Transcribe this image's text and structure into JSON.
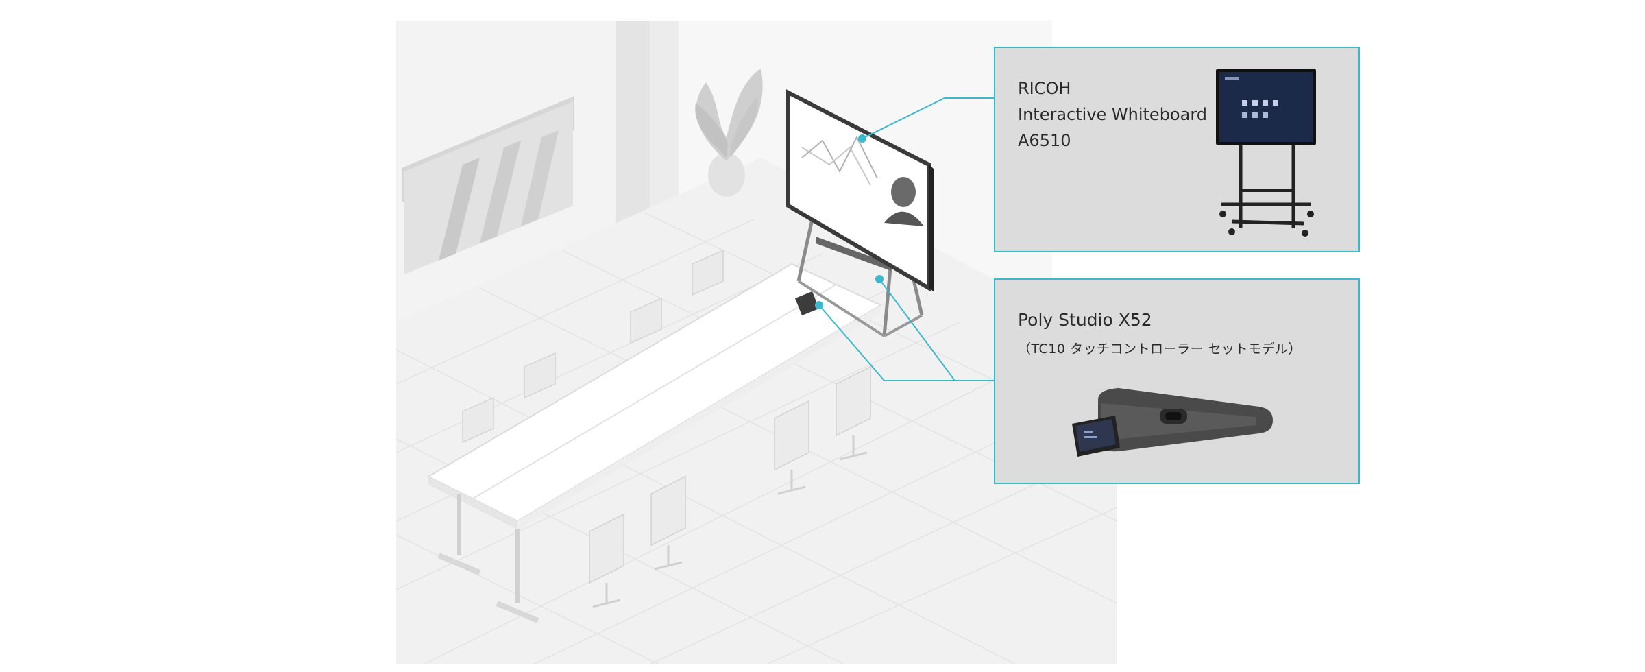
{
  "callouts": {
    "whiteboard": {
      "brand": "RICOH",
      "product": "Interactive Whiteboard",
      "model": "A6510"
    },
    "poly": {
      "title": "Poly Studio X52",
      "subtitle": "（TC10 タッチコントローラー セットモデル）"
    }
  },
  "colors": {
    "accent_line": "#3bb8cc",
    "callout_bg": "#dcdcdc",
    "floor": "#f2f2f2",
    "screen_dark": "#1c2a4a"
  },
  "icons": {
    "whiteboard": "interactive-display-on-stand",
    "poly": "video-bar-with-touch-controller"
  }
}
